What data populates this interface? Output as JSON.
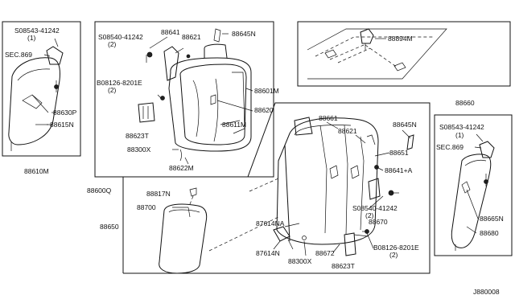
{
  "diagram_code": "J880008",
  "boxes": {
    "left_side": {
      "label": "88610M",
      "callouts": [
        "S08543-41242",
        "(1)",
        "SEC.869",
        "88630P",
        "88615N"
      ]
    },
    "seatback_right": {
      "callouts": [
        "88641",
        "S08540-41242",
        "(2)",
        "88621",
        "88645N",
        "B08126-8201E",
        "(2)",
        "88601M",
        "88620",
        "88611M",
        "88623T",
        "88300X",
        "88622M"
      ]
    },
    "trunk": {
      "callouts": [
        "88894M"
      ]
    },
    "seatback_left": {
      "label": "88650",
      "callouts": [
        "88661",
        "88621",
        "88645N",
        "88651",
        "88641+A",
        "S08540-41242",
        "(2)",
        "88670",
        "B08126-8201E",
        "(2)",
        "88817N",
        "88700",
        "87614NA",
        "87614N",
        "88300X",
        "88672",
        "88623T"
      ]
    },
    "right_side": {
      "label": "88660",
      "callouts": [
        "S08543-41242",
        "(1)",
        "SEC.869",
        "88665N",
        "88680"
      ]
    },
    "outer_label": "88600Q"
  }
}
